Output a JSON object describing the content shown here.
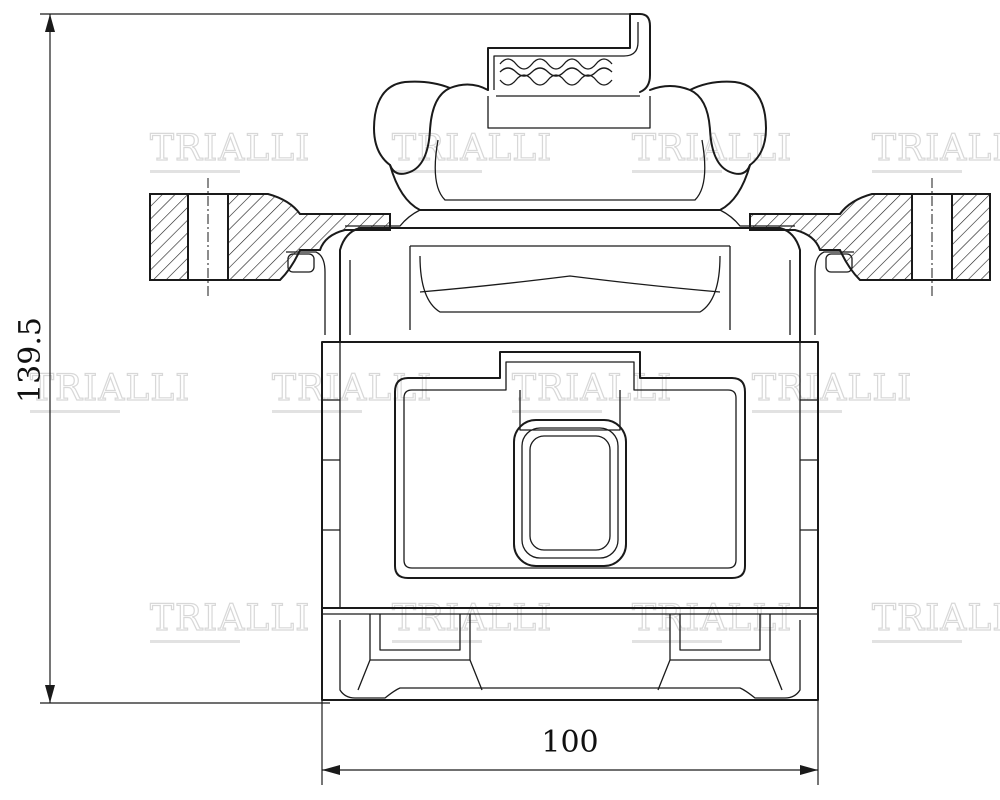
{
  "watermark": {
    "text": "TRIALLI"
  },
  "dimensions": {
    "height_label": "139.5",
    "width_label": "100"
  },
  "colors": {
    "line": "#1a1a1a",
    "watermark": "#d8d8d8",
    "background": "#ffffff"
  }
}
